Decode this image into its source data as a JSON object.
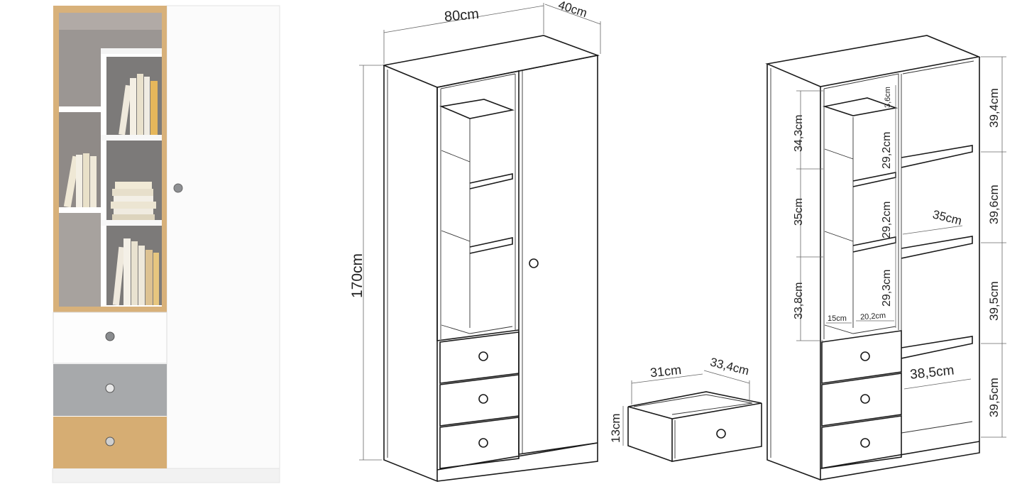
{
  "product": {
    "colors": {
      "oak": "#d8b17a",
      "white": "#fbfbfb",
      "grey": "#a7a9ab",
      "interior_grey": "#9b9693"
    }
  },
  "front_view": {
    "width": "80cm",
    "depth": "40cm",
    "height": "170cm"
  },
  "drawer": {
    "width": "31cm",
    "depth": "33,4cm",
    "height": "13cm"
  },
  "interior": {
    "inner_left": [
      "34,3cm",
      "35cm",
      "33,8cm"
    ],
    "inner_right": [
      "29,2cm",
      "29,2cm",
      "29,3cm"
    ],
    "top_gap": "3,6cm",
    "base_left": "15cm",
    "base_right": "20,2cm",
    "shelf_width": "35cm",
    "lower_width": "38,5cm",
    "right_heights": [
      "39,4cm",
      "39,6cm",
      "39,5cm",
      "39,5cm"
    ]
  }
}
